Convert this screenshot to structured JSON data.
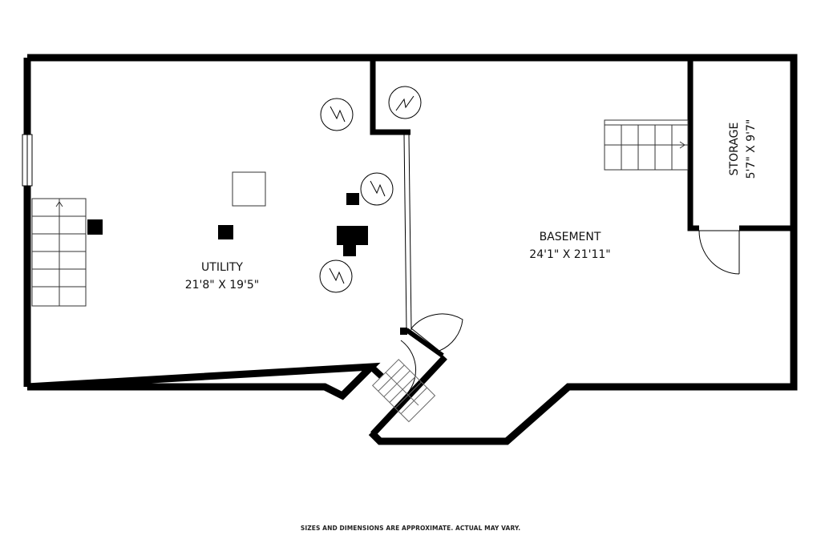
{
  "rooms": {
    "utility": {
      "name": "UTILITY",
      "dimensions": "21'8\" X 19'5\""
    },
    "basement": {
      "name": "BASEMENT",
      "dimensions": "24'1\" X 21'11\""
    },
    "storage": {
      "name": "STORAGE",
      "dimensions": "5'7\" X 9'7\""
    }
  },
  "disclaimer": "SIZES AND DIMENSIONS ARE APPROXIMATE. ACTUAL MAY VARY.",
  "colors": {
    "walls": "#000000",
    "background": "#ffffff"
  },
  "icons": [
    "water-heater-icon",
    "furnace-icon",
    "stairs-icon",
    "door-swing-icon",
    "window-icon"
  ]
}
